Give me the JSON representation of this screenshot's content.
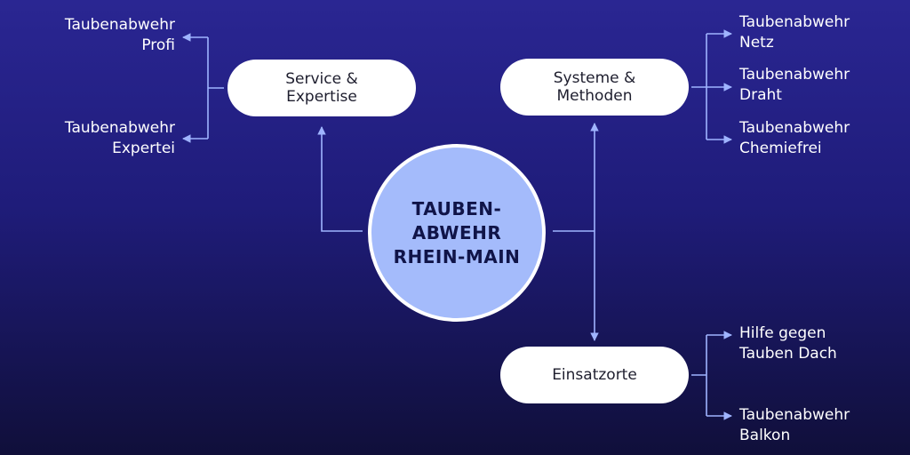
{
  "center": {
    "label": "TAUBEN-\nABWEHR\nRHEIN-MAIN"
  },
  "nodes": {
    "service": {
      "label": "Service &\nExpertise"
    },
    "systeme": {
      "label": "Systeme &\nMethoden"
    },
    "einsatz": {
      "label": "Einsatzorte"
    }
  },
  "leaves": {
    "profi": "Taubenabwehr\nProfi",
    "expertei": "Taubenabwehr\nExpertei",
    "netz": "Taubenabwehr\nNetz",
    "draht": "Taubenabwehr\nDraht",
    "chemiefrei": "Taubenabwehr\nChemiefrei",
    "dach": "Hilfe gegen\nTauben Dach",
    "balkon": "Taubenabwehr\nBalkon"
  },
  "colors": {
    "connector": "#9fb4ff",
    "center_fill": "#a4bbfb",
    "pill_fill": "#ffffff"
  }
}
